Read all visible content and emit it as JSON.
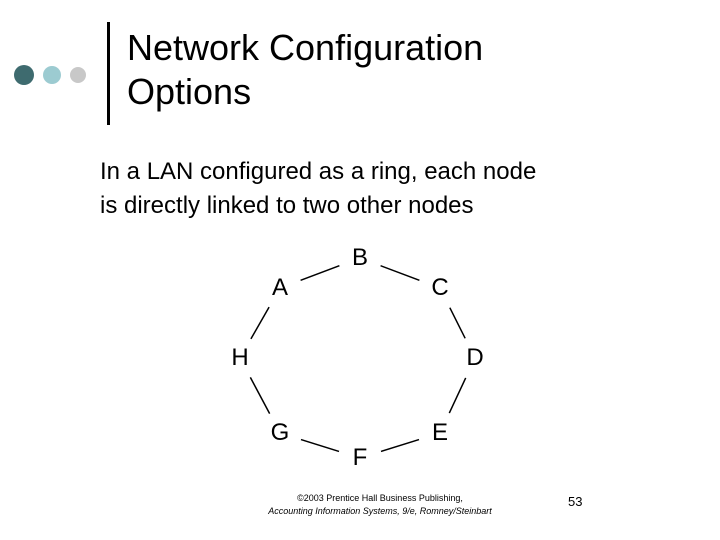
{
  "title": {
    "line1": "Network Configuration",
    "line2": "Options"
  },
  "body": {
    "line1": "In a LAN configured as a ring, each node",
    "line2": "is directly linked to two other nodes"
  },
  "diagram": {
    "nodes": [
      {
        "id": "A",
        "label": "A"
      },
      {
        "id": "B",
        "label": "B"
      },
      {
        "id": "C",
        "label": "C"
      },
      {
        "id": "D",
        "label": "D"
      },
      {
        "id": "E",
        "label": "E"
      },
      {
        "id": "F",
        "label": "F"
      },
      {
        "id": "G",
        "label": "G"
      },
      {
        "id": "H",
        "label": "H"
      }
    ],
    "link_color": "#000000"
  },
  "footer": {
    "copyright": "©2003 Prentice Hall Business Publishing,",
    "book": "Accounting Information Systems, 9/e, Romney/Steinbart"
  },
  "page_number": "53",
  "colors": {
    "dot_dark": "#3e6b6f",
    "dot_mid": "#9ccbd1",
    "dot_light": "#c8c8c8"
  }
}
